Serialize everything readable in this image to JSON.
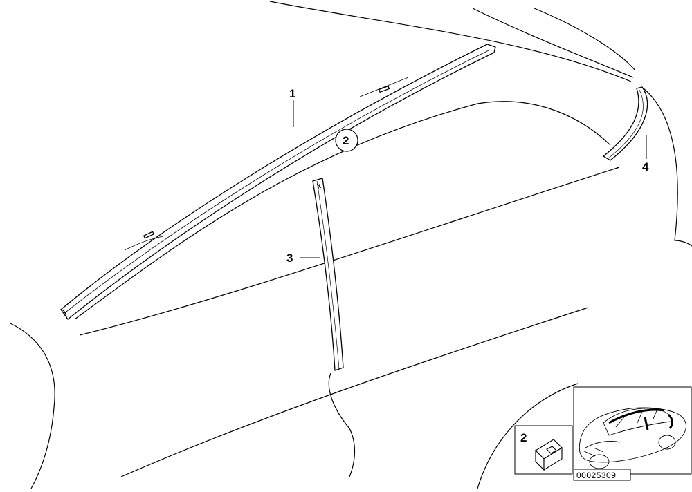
{
  "diagram": {
    "parts": [
      {
        "id": "roof-rail-molding",
        "label": "1"
      },
      {
        "id": "clip",
        "label": "2"
      },
      {
        "id": "b-pillar-trim",
        "label": "3"
      },
      {
        "id": "rear-end-molding",
        "label": "4"
      }
    ],
    "clip_inset_label": "2",
    "diagram_number": "00025309",
    "colors": {
      "line": "#000000",
      "background": "#ffffff"
    }
  }
}
